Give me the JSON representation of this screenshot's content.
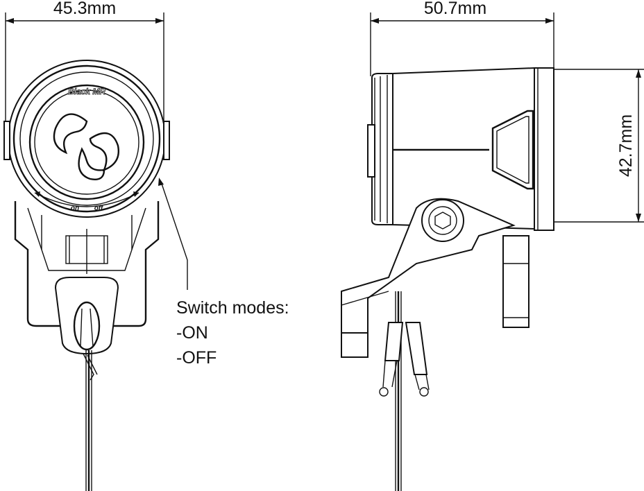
{
  "front_view": {
    "width_label": "45.3mm",
    "brand_text": "Black MR",
    "switch_on": "on",
    "switch_off": "off"
  },
  "side_view": {
    "width_label": "50.7mm",
    "height_label": "42.7mm"
  },
  "callout": {
    "title": "Switch modes:",
    "modes": [
      "-ON",
      "-OFF"
    ]
  }
}
